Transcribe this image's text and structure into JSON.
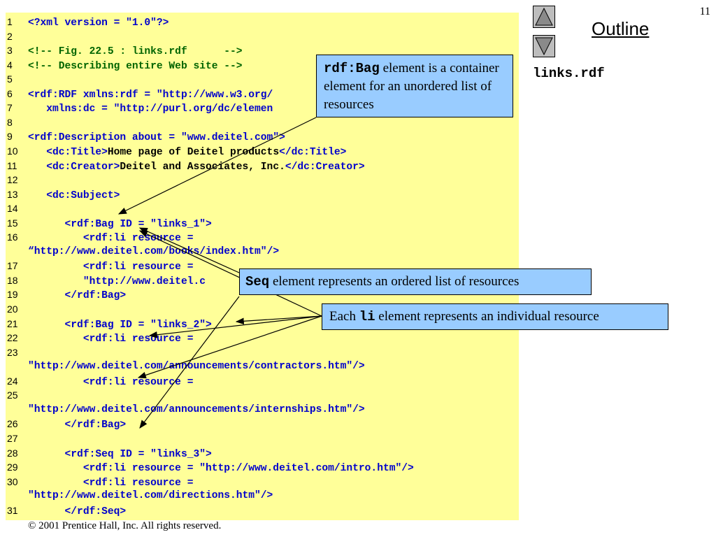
{
  "slide_number": "11",
  "outline": {
    "title": "Outline",
    "filename": "links.rdf",
    "prev_icon": "triangle-up-icon",
    "next_icon": "triangle-down-icon"
  },
  "footer": "© 2001 Prentice Hall, Inc.  All rights reserved.",
  "code_lines": [
    {
      "n": "1",
      "parts": [
        {
          "t": "<?xml version = \"1.0\"?>",
          "c": "b"
        }
      ]
    },
    {
      "n": "2",
      "parts": []
    },
    {
      "n": "3",
      "parts": [
        {
          "t": "<!-- Fig. 22.5 : links.rdf      -->",
          "c": "g"
        }
      ]
    },
    {
      "n": "4",
      "parts": [
        {
          "t": "<!-- Describing entire Web site -->",
          "c": "g"
        }
      ]
    },
    {
      "n": "5",
      "parts": []
    },
    {
      "n": "6",
      "parts": [
        {
          "t": "<rdf:RDF xmlns:rdf = ",
          "c": "b"
        },
        {
          "t": "\"http://www.w3.org/",
          "c": "b"
        }
      ]
    },
    {
      "n": "7",
      "parts": [
        {
          "t": "   xmlns:dc = ",
          "c": "b"
        },
        {
          "t": "\"http://purl.org/dc/elemen",
          "c": "b"
        }
      ]
    },
    {
      "n": "8",
      "parts": []
    },
    {
      "n": "9",
      "parts": [
        {
          "t": "<rdf:Description about = ",
          "c": "b"
        },
        {
          "t": "\"www.deitel.com\"",
          "c": "b"
        },
        {
          "t": ">",
          "c": "b"
        }
      ]
    },
    {
      "n": "10",
      "parts": [
        {
          "t": "   <dc:Title>",
          "c": "b"
        },
        {
          "t": "Home page of Deitel products",
          "c": "c"
        },
        {
          "t": "</dc:Title>",
          "c": "b"
        }
      ]
    },
    {
      "n": "11",
      "parts": [
        {
          "t": "   <dc:Creator>",
          "c": "b"
        },
        {
          "t": "Deitel and Associates, Inc.",
          "c": "c"
        },
        {
          "t": "</dc:Creator>",
          "c": "b"
        }
      ]
    },
    {
      "n": "12",
      "parts": []
    },
    {
      "n": "13",
      "parts": [
        {
          "t": "   <dc:Subject>",
          "c": "b"
        }
      ]
    },
    {
      "n": "14",
      "parts": []
    },
    {
      "n": "15",
      "parts": [
        {
          "t": "      <rdf:Bag ID = ",
          "c": "b"
        },
        {
          "t": "\"links_1\"",
          "c": "b"
        },
        {
          "t": ">",
          "c": "b"
        }
      ]
    },
    {
      "n": "16",
      "parts": [
        {
          "t": "         <rdf:li resource =",
          "c": "b"
        }
      ]
    },
    {
      "n": "",
      "parts": [
        {
          "t": "“http://www.deitel.com/books/index.htm\"",
          "c": "b"
        },
        {
          "t": "/>",
          "c": "b"
        }
      ]
    },
    {
      "n": "17",
      "parts": [
        {
          "t": "         <rdf:li resource =",
          "c": "b"
        }
      ]
    },
    {
      "n": "18",
      "parts": [
        {
          "t": "         \"http://www.deitel.c",
          "c": "b"
        }
      ]
    },
    {
      "n": "19",
      "parts": [
        {
          "t": "      </rdf:Bag>",
          "c": "b"
        }
      ]
    },
    {
      "n": "20",
      "parts": []
    },
    {
      "n": "21",
      "parts": [
        {
          "t": "      <rdf:Bag ID = ",
          "c": "b"
        },
        {
          "t": "\"links_2\"",
          "c": "b"
        },
        {
          "t": ">",
          "c": "b"
        }
      ]
    },
    {
      "n": "22",
      "parts": [
        {
          "t": "         <rdf:li resource =",
          "c": "b"
        }
      ]
    },
    {
      "n": "23",
      "parts": []
    },
    {
      "n": "",
      "parts": [
        {
          "t": "\"http://www.deitel.com/announcements/contractors.htm\"",
          "c": "b"
        },
        {
          "t": "/>",
          "c": "b"
        }
      ]
    },
    {
      "n": "24",
      "parts": [
        {
          "t": "         <rdf:li resource =",
          "c": "b"
        }
      ]
    },
    {
      "n": "25",
      "parts": []
    },
    {
      "n": "",
      "parts": [
        {
          "t": "\"http://www.deitel.com/announcements/internships.htm\"",
          "c": "b"
        },
        {
          "t": "/>",
          "c": "b"
        }
      ]
    },
    {
      "n": "26",
      "parts": [
        {
          "t": "      </rdf:Bag>",
          "c": "b"
        }
      ]
    },
    {
      "n": "27",
      "parts": []
    },
    {
      "n": "28",
      "parts": [
        {
          "t": "      <rdf:Seq ID = ",
          "c": "b"
        },
        {
          "t": "\"links_3\"",
          "c": "b"
        },
        {
          "t": ">",
          "c": "b"
        }
      ]
    },
    {
      "n": "29",
      "parts": [
        {
          "t": "         <rdf:li resource = ",
          "c": "b"
        },
        {
          "t": "\"http://www.deitel.com/intro.htm\"",
          "c": "b"
        },
        {
          "t": "/>",
          "c": "b"
        }
      ]
    },
    {
      "n": "30",
      "parts": [
        {
          "t": "         <rdf:li resource =",
          "c": "b"
        }
      ]
    },
    {
      "n": "",
      "parts": [
        {
          "t": "\"http://www.deitel.com/directions.htm\"",
          "c": "b"
        },
        {
          "t": "/>",
          "c": "b"
        }
      ]
    },
    {
      "n": "31",
      "parts": [
        {
          "t": "      </rdf:Seq>",
          "c": "b"
        }
      ]
    }
  ],
  "callouts": {
    "bag": {
      "code": "rdf:Bag",
      "rest": " element is a container element for an unordered list of resources"
    },
    "seq": {
      "code": "Seq",
      "rest": " element represents an ordered list of resources"
    },
    "li": {
      "pre": "Each ",
      "code": "li",
      "rest": " element represents an individual resource"
    }
  },
  "colors": {
    "code_bg": "#ffff99",
    "callout_bg": "#99ccff",
    "tag_blue": "#0000cc",
    "comment_green": "#006400"
  }
}
